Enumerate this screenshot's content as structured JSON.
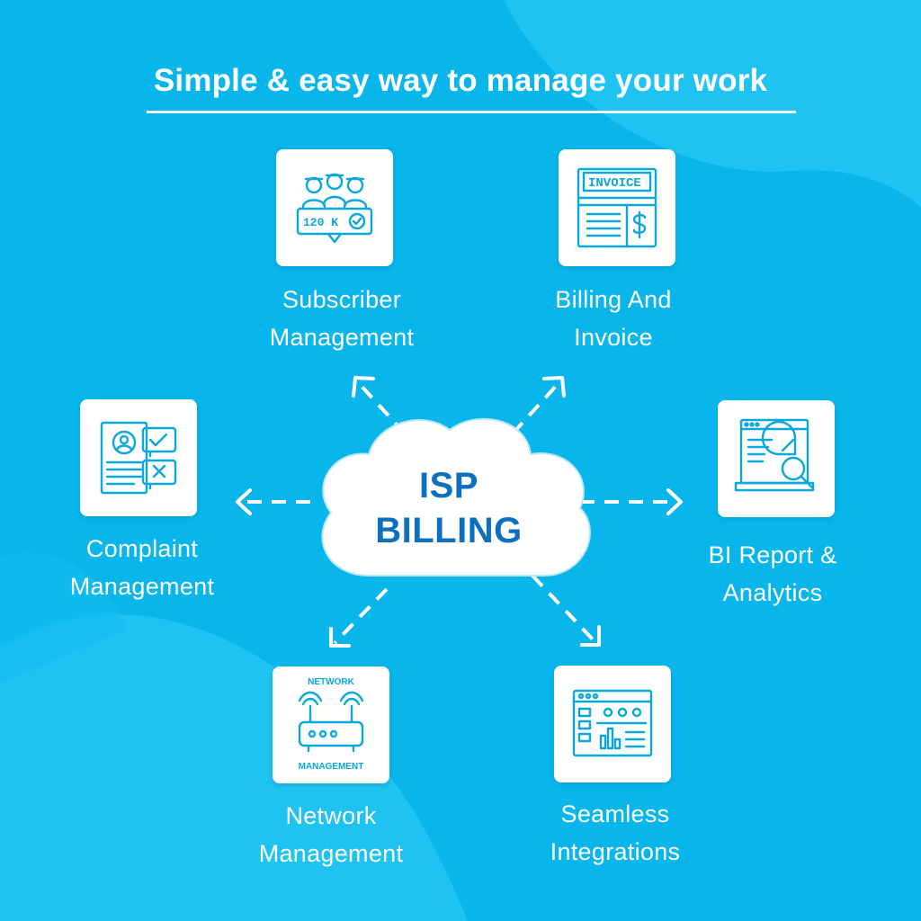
{
  "headline": "Simple & easy way to manage your work",
  "center": {
    "line1": "ISP",
    "line2": "BILLING"
  },
  "features": [
    {
      "line1": "Subscriber",
      "line2": "Management",
      "icon": "subscriber-group-icon",
      "icon_text": "120 K"
    },
    {
      "line1": "Billing And",
      "line2": "Invoice",
      "icon": "invoice-icon",
      "icon_text": "INVOICE"
    },
    {
      "line1": "Complaint",
      "line2": "Management",
      "icon": "complaint-form-icon"
    },
    {
      "line1": "BI Report &",
      "line2": "Analytics",
      "icon": "report-analytics-icon"
    },
    {
      "line1": "Network",
      "line2": "Management",
      "icon": "network-router-icon",
      "icon_text_top": "NETWORK",
      "icon_text_bottom": "MANAGEMENT"
    },
    {
      "line1": "Seamless",
      "line2": "Integrations",
      "icon": "integration-dashboard-icon"
    }
  ],
  "colors": {
    "background": "#08b6ec",
    "background_light": "#1ec3f1",
    "icon_stroke": "#0aa7dc",
    "center_text": "#0d6fbf",
    "arrow": "#ffffff"
  }
}
